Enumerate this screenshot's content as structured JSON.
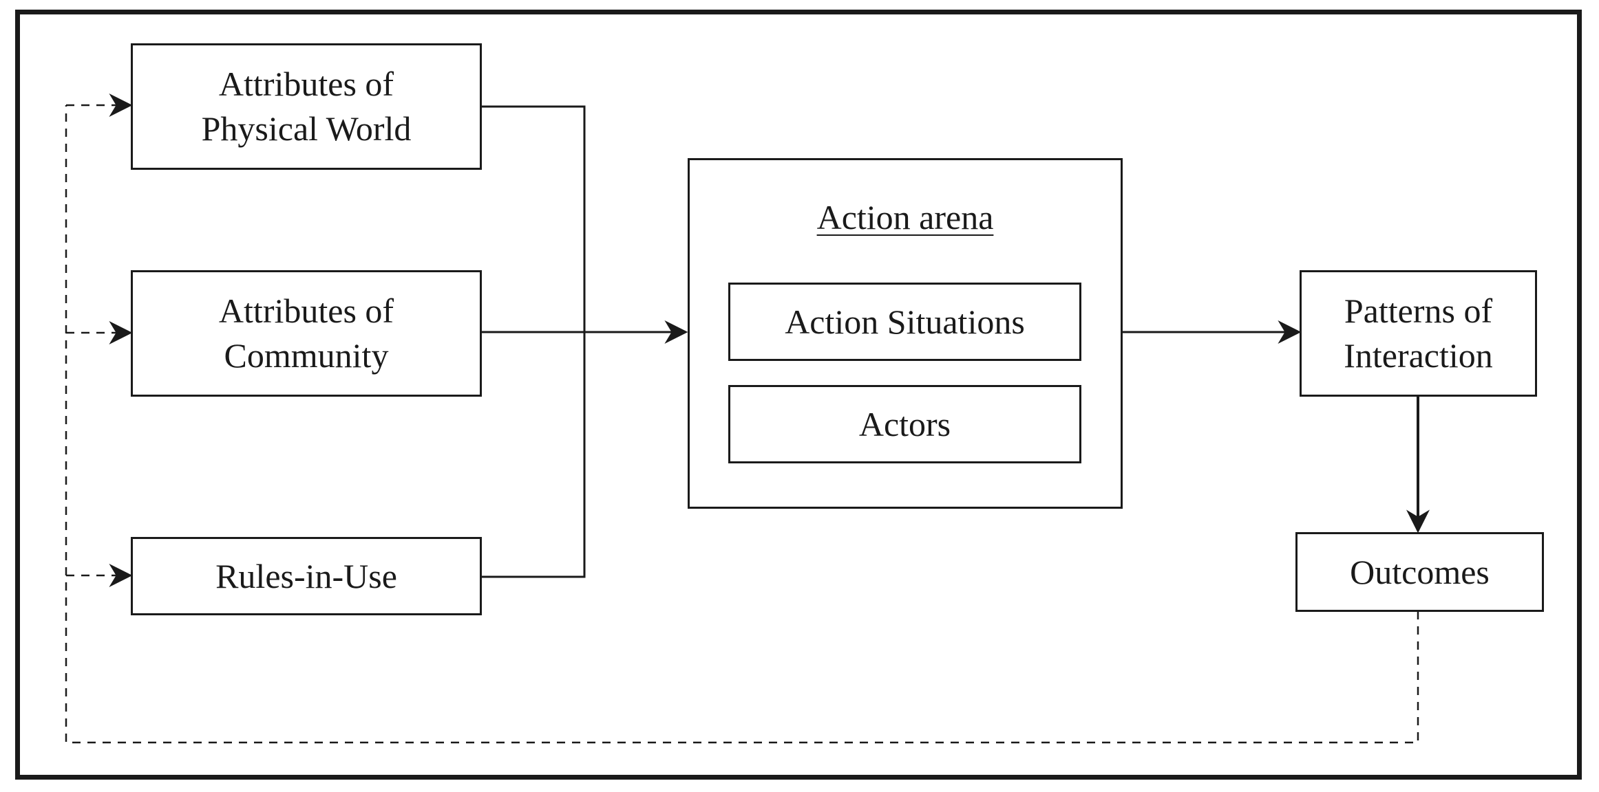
{
  "diagram": {
    "inputs": {
      "physical_world": "Attributes of\nPhysical World",
      "community": "Attributes of\nCommunity",
      "rules": "Rules-in-Use"
    },
    "action_arena": {
      "title": "Action arena",
      "situations": "Action Situations",
      "actors": "Actors"
    },
    "patterns": "Patterns of\nInteraction",
    "outcomes": "Outcomes"
  }
}
